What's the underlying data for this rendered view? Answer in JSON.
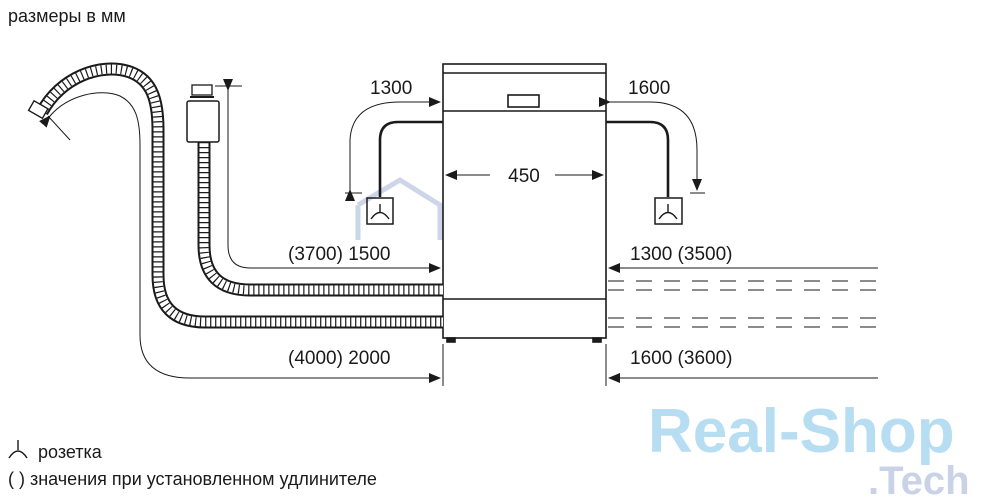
{
  "caption": "размеры в мм",
  "dimensions": {
    "left_power_cord": "1300",
    "right_power_cord": "1600",
    "width": "450",
    "inlet_hose_left": "(3700) 1500",
    "drain_hose_left": "(4000) 2000",
    "inlet_hose_right": "1300 (3500)",
    "drain_hose_right": "1600 (3600)"
  },
  "legend": {
    "socket_label": "розетка",
    "extension_label": "( ) значения при установленном удлинителе"
  },
  "watermark": {
    "line1": "Real-Shop",
    "line2": ".Tech"
  },
  "colors": {
    "line": "#1a1a1a",
    "watermark": "#9fd2ee"
  }
}
